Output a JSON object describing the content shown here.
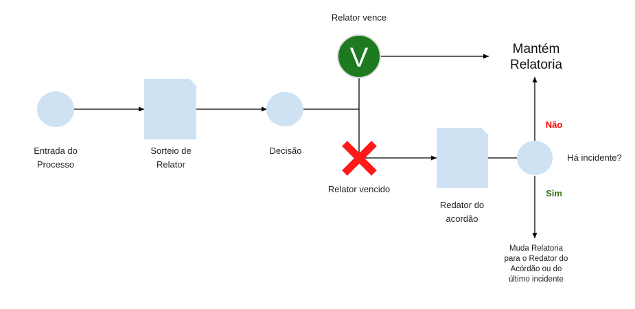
{
  "nodes": {
    "entrada": "Entrada do\nProcesso",
    "sorteio": "Sorteio de\nRelator",
    "decisao": "Decisão",
    "relator_vence": "Relator vence",
    "relator_vencido": "Relator vencido",
    "redator": "Redator do\nacordão",
    "mantem": "Mantém\nRelatoria",
    "ha_incidente": "Há incidente?",
    "muda": "Muda Relatoria\npara o Redator do\nAcórdão ou do\núltimo incidente",
    "nao": "Não",
    "sim": "Sim",
    "v_glyph": "V"
  },
  "colors": {
    "shape_fill": "#cfe2f3",
    "check_green": "#1e7a1e",
    "cross_red": "#ff1a1a",
    "nao_red": "#ff0000",
    "sim_green": "#38761d",
    "line": "#000000"
  }
}
